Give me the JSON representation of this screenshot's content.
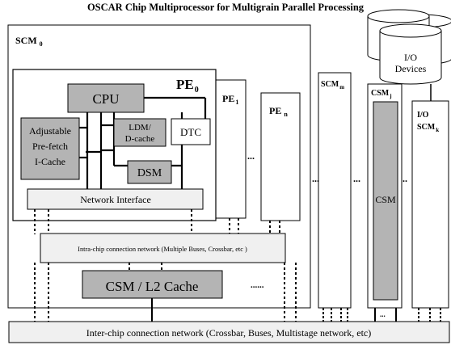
{
  "title": "OSCAR Chip Multiprocessor for Multigrain Parallel Processing",
  "scm0": {
    "label": "SCM",
    "sub": "0"
  },
  "pe0": {
    "label": "PE",
    "sub": "0"
  },
  "pe1": {
    "label": "PE",
    "sub": "1"
  },
  "pen": {
    "label": "PE",
    "sub": "n"
  },
  "cpu": "CPU",
  "icache": [
    "Adjustable",
    "Pre-fetch",
    "I-Cache"
  ],
  "ldm": [
    "LDM/",
    "D-cache"
  ],
  "dtc": "DTC",
  "dsm": "DSM",
  "network_interface": "Network Interface",
  "intra_chip": "Intra-chip connection network  (Multiple Buses, Crossbar, etc )",
  "csm_l2": "CSM / L2 Cache",
  "scmm": {
    "label": "SCM",
    "sub": "m"
  },
  "csmj": {
    "label": "CSM",
    "sub": "j"
  },
  "csm_inner": "CSM",
  "io_scmk": {
    "line1": "I/O",
    "label": "SCM",
    "sub": "k"
  },
  "io_devices": [
    "I/O",
    "Devices"
  ],
  "inter_chip": "Inter-chip connection network  (Crossbar, Buses, Multistage network, etc)",
  "ellipsis": "...",
  "colors": {
    "gray_fill": "#b4b4b4",
    "light_fill": "#f0f0f0",
    "stroke": "#000000"
  }
}
